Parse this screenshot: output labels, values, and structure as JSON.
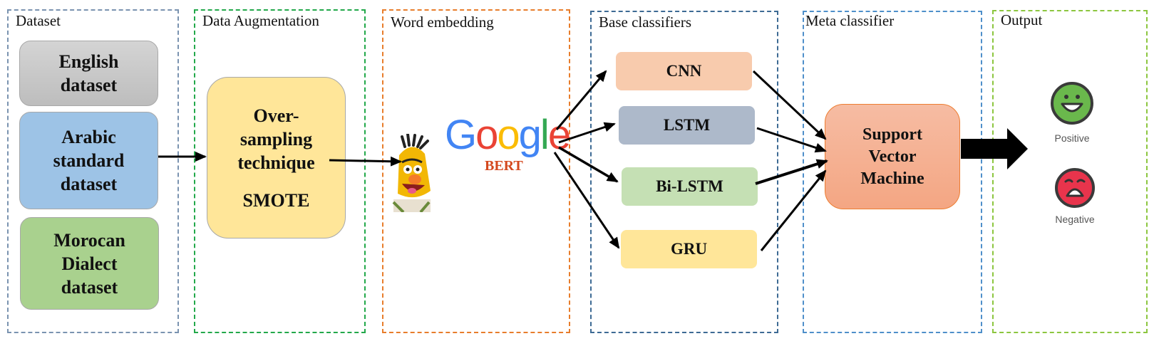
{
  "diagram_title": "Stacking ensemble sentiment analysis pipeline",
  "panels": {
    "dataset": {
      "title": "Dataset",
      "color": "#7a93b0"
    },
    "augmentation": {
      "title": "Data Augmentation",
      "color": "#22a84a"
    },
    "embedding": {
      "title": "Word embedding",
      "color": "#e87d2b"
    },
    "base": {
      "title": "Base classifiers",
      "color": "#3d6a94"
    },
    "meta": {
      "title": "Meta classifier",
      "color": "#4e8fca"
    },
    "output": {
      "title": "Output",
      "color": "#8cc63f"
    }
  },
  "datasets": [
    {
      "line1": "English",
      "line2": "dataset",
      "color": "#cccccc"
    },
    {
      "line1": "Arabic",
      "line2": "standard",
      "line3": "dataset",
      "color": "#9dc3e6"
    },
    {
      "line1": "Morocan",
      "line2": "Dialect",
      "line3": "dataset",
      "color": "#a9d18e"
    }
  ],
  "augmentation_box": {
    "line1": "Over-",
    "line2": "sampling",
    "line3": "technique",
    "line4": "SMOTE",
    "color": "#ffe699"
  },
  "embedding": {
    "logo_text": "Google",
    "model": "BERT",
    "mascot": "bert-muppet"
  },
  "classifiers": [
    {
      "label": "CNN",
      "color": "#f8cbad"
    },
    {
      "label": "LSTM",
      "color": "#adb9ca"
    },
    {
      "label": "Bi-LSTM",
      "color": "#c5e0b4"
    },
    {
      "label": "GRU",
      "color": "#ffe699"
    }
  ],
  "meta_box": {
    "line1": "Support",
    "line2": "Vector",
    "line3": "Machine",
    "color": "#f4b183"
  },
  "outputs": [
    {
      "label": "Positive",
      "icon": "happy-face",
      "color": "#6ab84c"
    },
    {
      "label": "Negative",
      "icon": "sad-face",
      "color": "#e8344c"
    }
  ]
}
